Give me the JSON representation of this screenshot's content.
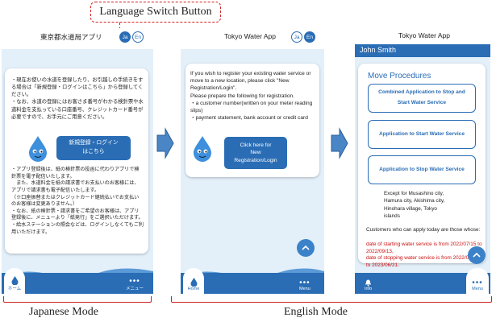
{
  "callout": {
    "label": "Language Switch Button"
  },
  "japanese": {
    "app_title": "東京都水道局アプリ",
    "lang_ja": "Ja",
    "lang_en": "En",
    "intro_text": "・現在お使いの水道を登録したり、お引越しの手続きをする場合は「新規登録・ログインはこちら」から登録してください。\n・なお、水道の登録にはお客さま番号がわかる検針票や水道料金を支払っている口座番号、クレジットカード番号が必要ですので、お手元にご用意ください。",
    "register_button": "新規登録・ログイン\nはこちら",
    "notes_text": "・アプリ登録後は、紙の検針票の投函に代わりアプリで検針票を電子配信いたします。\n　また、水道料金を紙の請求書でお支払いのお客様には、アプリで請求書も電子配信いたします。\n（※口座振替またはクレジットカード継続払いでお支払いのお客様は変更ありません。）\n・なお、紙の検針票・請求書をご希望のお客様は、アプリ登録後に、メニューより「紙発行」をご選択いただけます。\n・給水ステーションの照会などは、ログインしなくてもご利用いただけます。",
    "nav_home": "ホーム",
    "nav_menu": "メニュー",
    "mode_label": "Japanese Mode"
  },
  "english": {
    "app_title": "Tokyo Water App",
    "lang_ja": "Ja",
    "lang_en": "En",
    "intro_text": "If you wish to register your existing water service or move to a new location, please click \"New Registration/Login\".\nPlease prepare the following for registration.\n・a customer number(written on your meter reading slips)\n・payment statement, bank account or credit card",
    "register_button": "Click here for\nNew\nRegistration/Login",
    "nav_home": "Home",
    "nav_menu": "Menu",
    "mode_label": "English Mode"
  },
  "move": {
    "app_title": "Tokyo Water App",
    "user_name": "John Smith",
    "heading": "Move Procedures",
    "options": [
      "Combined Application to Stop and Start Water Service",
      "Application to Start Water Service",
      "Application to Stop Water Service"
    ],
    "except_text": "Except for Musashino city,\nHamura city, Akishima city,\nHinohara village, Tokyo\nislands",
    "customers_text": "Customers who can apply today are those whose:",
    "date_start": "date of starting water service is from 2022/07/15 to 2022/09/13,",
    "date_stop": "date of stopping water service is from 2022/05/26 to 2023/06/21.",
    "nav_info": "Info",
    "nav_menu": "Menu"
  },
  "colors": {
    "primary": "#2a6db5",
    "accent_red": "#d02020",
    "background": "#e3f0fa",
    "date_text": "#cc1111"
  }
}
